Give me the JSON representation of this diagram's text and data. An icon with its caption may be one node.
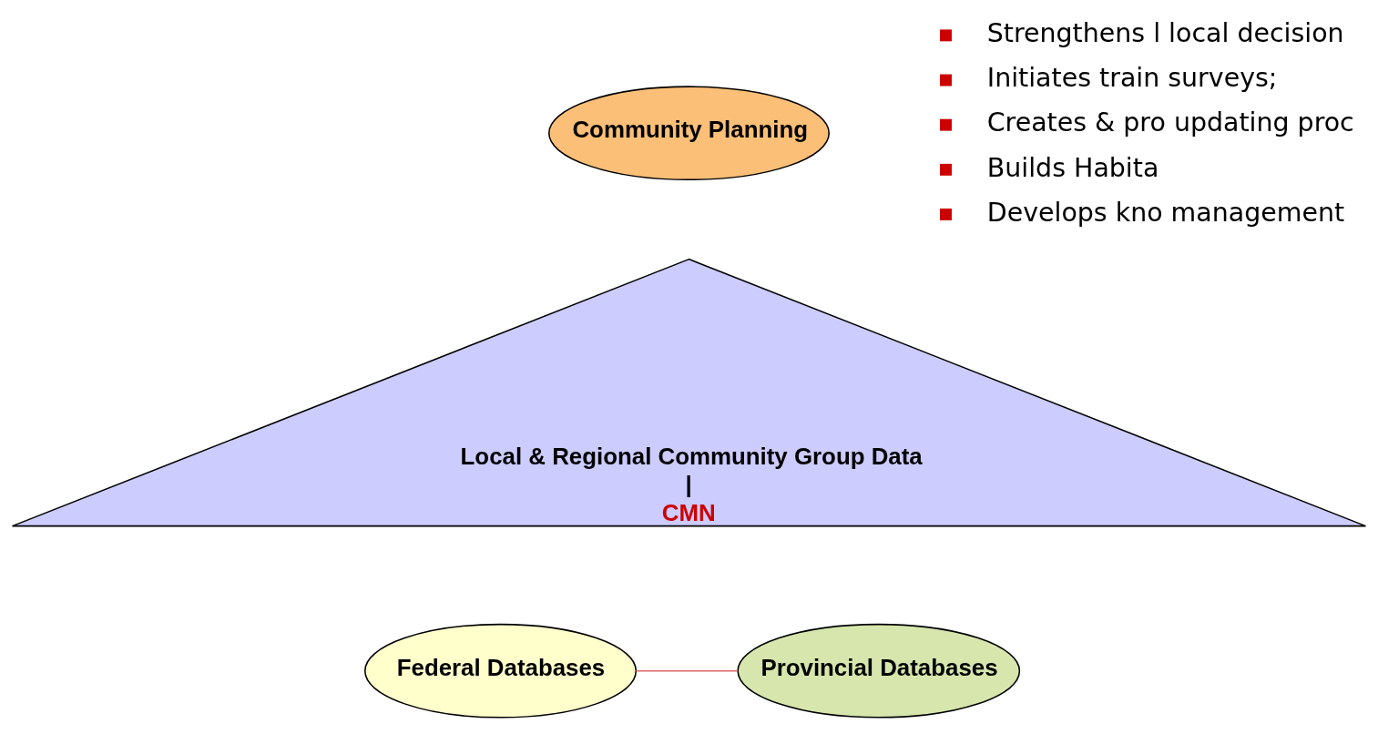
{
  "diagram": {
    "nodes": [
      {
        "text": [
          "Community Planning"
        ]
      },
      {
        "text": [
          "Local & Regional Community Group Data",
          "|",
          "CMN"
        ]
      },
      {
        "text": [
          "Federal Databases"
        ]
      },
      {
        "text": [
          "Provincial Databases"
        ]
      }
    ],
    "edges": [
      {
        "from": 2,
        "to": 3,
        "arrow": "none",
        "color": "#e06666"
      }
    ],
    "labels": [
      "Strengthens l local decision",
      "Initiates train surveys;",
      "Creates & pro updating proc",
      "Builds Habita",
      "Develops kno management"
    ]
  }
}
